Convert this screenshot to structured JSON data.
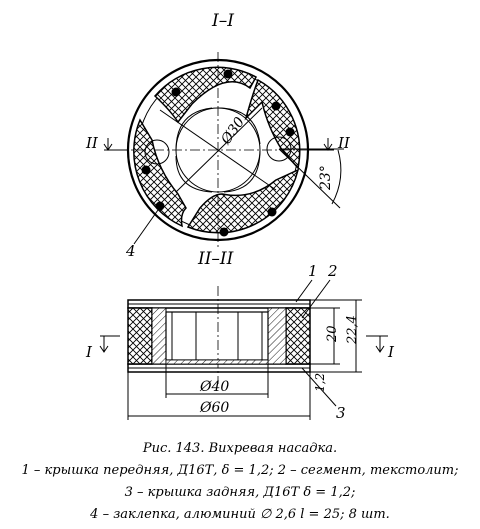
{
  "section_top": "I–I",
  "section_bottom": "II–II",
  "labels": {
    "cut_i": "I",
    "cut_ii": "II",
    "diam_inner_circle": "Ø30",
    "angle": "23°",
    "part_4": "4",
    "part_1": "1",
    "part_2": "2",
    "part_3": "3",
    "dim_20": "20",
    "dim_22_4": "22,4",
    "dim_1_2": "1,2",
    "dim_d40": "Ø40",
    "dim_d60": "Ø60"
  },
  "caption": {
    "title": "Рис. 143. Вихревая насадка.",
    "line1": "1 – крышка передняя, Д16Т, δ = 1,2; 2 – сегмент, текстолит;",
    "line2": "3 – крышка задняя, Д16Т δ = 1,2;",
    "line3": "4 – заклепка, алюминий ∅ 2,6 l = 25; 8 шт."
  }
}
